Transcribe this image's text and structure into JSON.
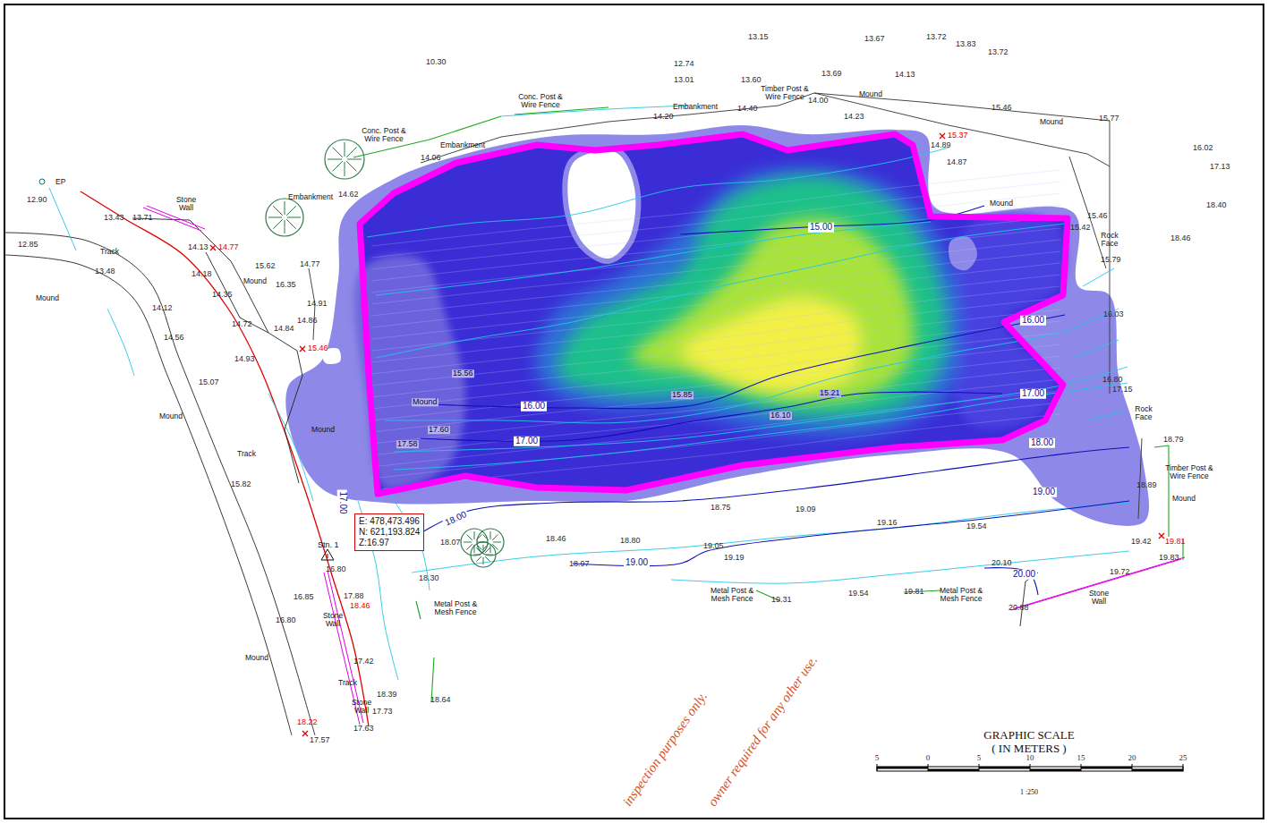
{
  "diagram": {
    "nodes": [
      {
        "text": [
          "E: 478,473.496",
          "N: 621,193.824",
          "Z:16.97"
        ]
      }
    ],
    "labels": [
      "13.15",
      "13.67",
      "13.72",
      "13.83",
      "13.72",
      "10.30",
      "12.74",
      "13.01",
      "13.60",
      "13.69",
      "14.13",
      "Timber Post & Wire Fence",
      "Mound",
      "Embankment",
      "14.40",
      "14.00",
      "15.46",
      "Mound",
      "15.77",
      "Conc. Post & Wire Fence",
      "14.20",
      "14.23",
      "15.37",
      "14.89",
      "14.87",
      "16.02",
      "17.13",
      "Conc. Post & Wire Fence",
      "Embankment",
      "14.06",
      "EP",
      "12.90",
      "Stone Wall",
      "Embankment",
      "14.62",
      "Mound",
      "15.46",
      "15.42",
      "Rock Face",
      "18.40",
      "18.46",
      "13.43",
      "13.71",
      "14.13",
      "14.77",
      "12.85",
      "Track",
      "13.48",
      "14.18",
      "15.62",
      "Mound",
      "16.35",
      "14.77",
      "15.79",
      "Mound",
      "14.35",
      "14.12",
      "14.91",
      "16.00",
      "16.03",
      "14.72",
      "14.84",
      "14.86",
      "14.56",
      "15.46",
      "14.93",
      "15.07",
      "Mound",
      "Mound",
      "Track",
      "15.82",
      "17.00",
      "Stn. 1",
      "16.80",
      "16.85",
      "17.88",
      "18.46",
      "Stone Wall",
      "16.80",
      "Mound",
      "Track",
      "17.42",
      "18.39",
      "Stone Wall",
      "17.73",
      "17.63",
      "18.22",
      "17.57",
      "18.64",
      "18.07",
      "18.30",
      "Metal Post & Mesh Fence",
      "18.46",
      "18.80",
      "19.05",
      "19.19",
      "18.97",
      "19.00",
      "18.75",
      "19.09",
      "19.16",
      "19.54",
      "19.00",
      "18.00",
      "17.00",
      "15.00",
      "18.00",
      "16.00",
      "17.00",
      "Metal Post & Mesh Fence",
      "19.31",
      "19.54",
      "19.81",
      "Metal Post & Mesh Fence",
      "20.10",
      "20.00",
      "20.88",
      "Stone Wall",
      "19.72",
      "19.42",
      "19.81",
      "19.83",
      "18.79",
      "Timber Post & Wire Fence",
      "Mound",
      "18.89",
      "17.15",
      "16.80",
      "Rock Face",
      "15.85",
      "16.10",
      "15.21",
      "15.56",
      "17.60",
      "17.58",
      "Mound",
      "GRAPHIC SCALE",
      "( IN METERS )",
      "1 :250",
      "5",
      "0",
      "5",
      "10",
      "15",
      "20",
      "25",
      "inspection purposes only.",
      "owner required for any other use."
    ]
  }
}
